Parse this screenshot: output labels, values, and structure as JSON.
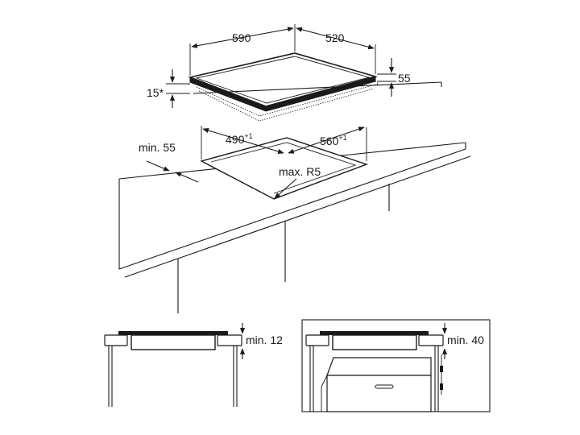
{
  "top_view": {
    "width": "590",
    "depth": "520",
    "height": "55",
    "overhang": "15*",
    "cutout_width": "490",
    "cutout_width_tol": "+1",
    "cutout_depth": "560",
    "cutout_depth_tol": "+1",
    "front_distance": "min. 55",
    "corner_radius": "max. R5"
  },
  "side_views": [
    {
      "clearance": "min. 12"
    },
    {
      "clearance": "min. 40"
    }
  ],
  "colors": {
    "line": "#1a1a1a",
    "fill_dark": "#1a1a1a",
    "fill_light": "#ffffff"
  }
}
